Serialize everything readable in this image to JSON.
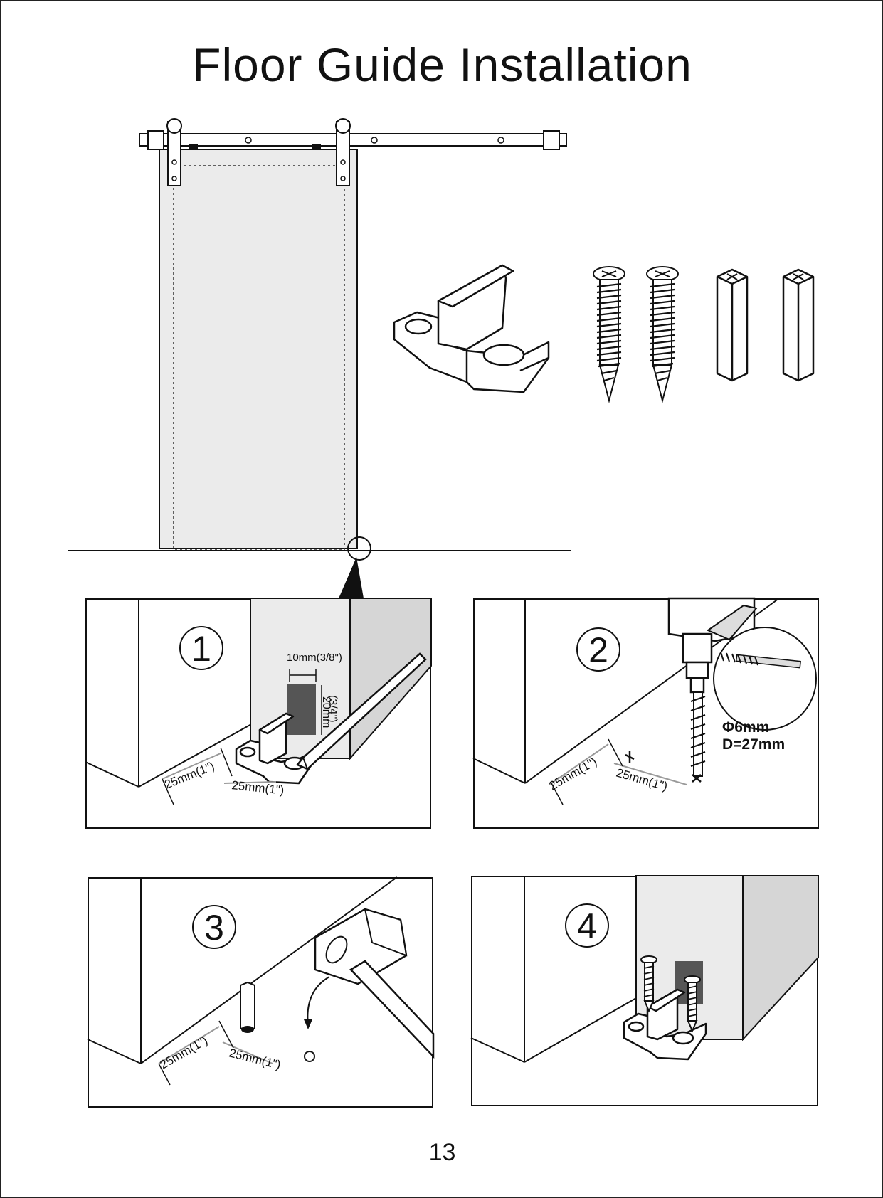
{
  "page": {
    "title": "Floor Guide Installation",
    "page_number": "13"
  },
  "steps": [
    {
      "number": "1",
      "dim_width": "10mm(3/8\")",
      "dim_height_imperial": "(3/4\")",
      "dim_height_metric": "20mm",
      "wall_offset": "25mm(1\")",
      "floor_offset": "25mm(1\")"
    },
    {
      "number": "2",
      "wall_offset": "25mm(1\")",
      "floor_offset": "25mm(1\")",
      "bit_diameter": "Φ6mm",
      "drill_depth": "D=27mm"
    },
    {
      "number": "3",
      "wall_offset": "25mm(1\")",
      "floor_offset": "25mm(1\")"
    },
    {
      "number": "4"
    }
  ],
  "colors": {
    "door": "#ebebeb",
    "wall_side": "#d6d6d6",
    "cutout": "#555555",
    "line": "#111111"
  }
}
